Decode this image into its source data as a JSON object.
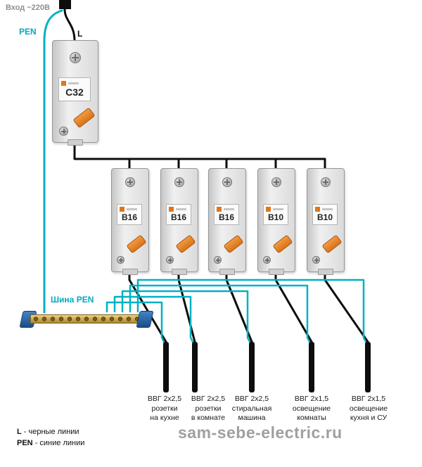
{
  "header": {
    "input": "Вход ~220В",
    "pen": "PEN",
    "line": "L"
  },
  "main_breaker": {
    "label": "C32"
  },
  "branch_breakers": [
    {
      "label": "B16"
    },
    {
      "label": "B16"
    },
    {
      "label": "B16"
    },
    {
      "label": "B10"
    },
    {
      "label": "B10"
    }
  ],
  "bus": {
    "label": "Шина PEN"
  },
  "cables": [
    {
      "label": "ВВГ 2х2,5\nрозетки\nна кухне"
    },
    {
      "label": "ВВГ 2х2,5\nрозетки\nв комнате"
    },
    {
      "label": "ВВГ 2х2,5\nстиральная\nмашина"
    },
    {
      "label": "ВВГ 2х1,5\nосвещение\nкомнаты"
    },
    {
      "label": "ВВГ 2х1,5\nосвещение\nкухня и СУ"
    }
  ],
  "legend": {
    "l_term": "L",
    "l_desc": "- черные линии",
    "pen_term": "PEN",
    "pen_desc": "- синие линии"
  },
  "watermark": "sam-sebe-electric.ru",
  "colors": {
    "pen_line": "#00b1c3",
    "l_line": "#0d0d0d",
    "toggle_orange": "#e0761c",
    "bus_brass": "#c9a24a"
  }
}
